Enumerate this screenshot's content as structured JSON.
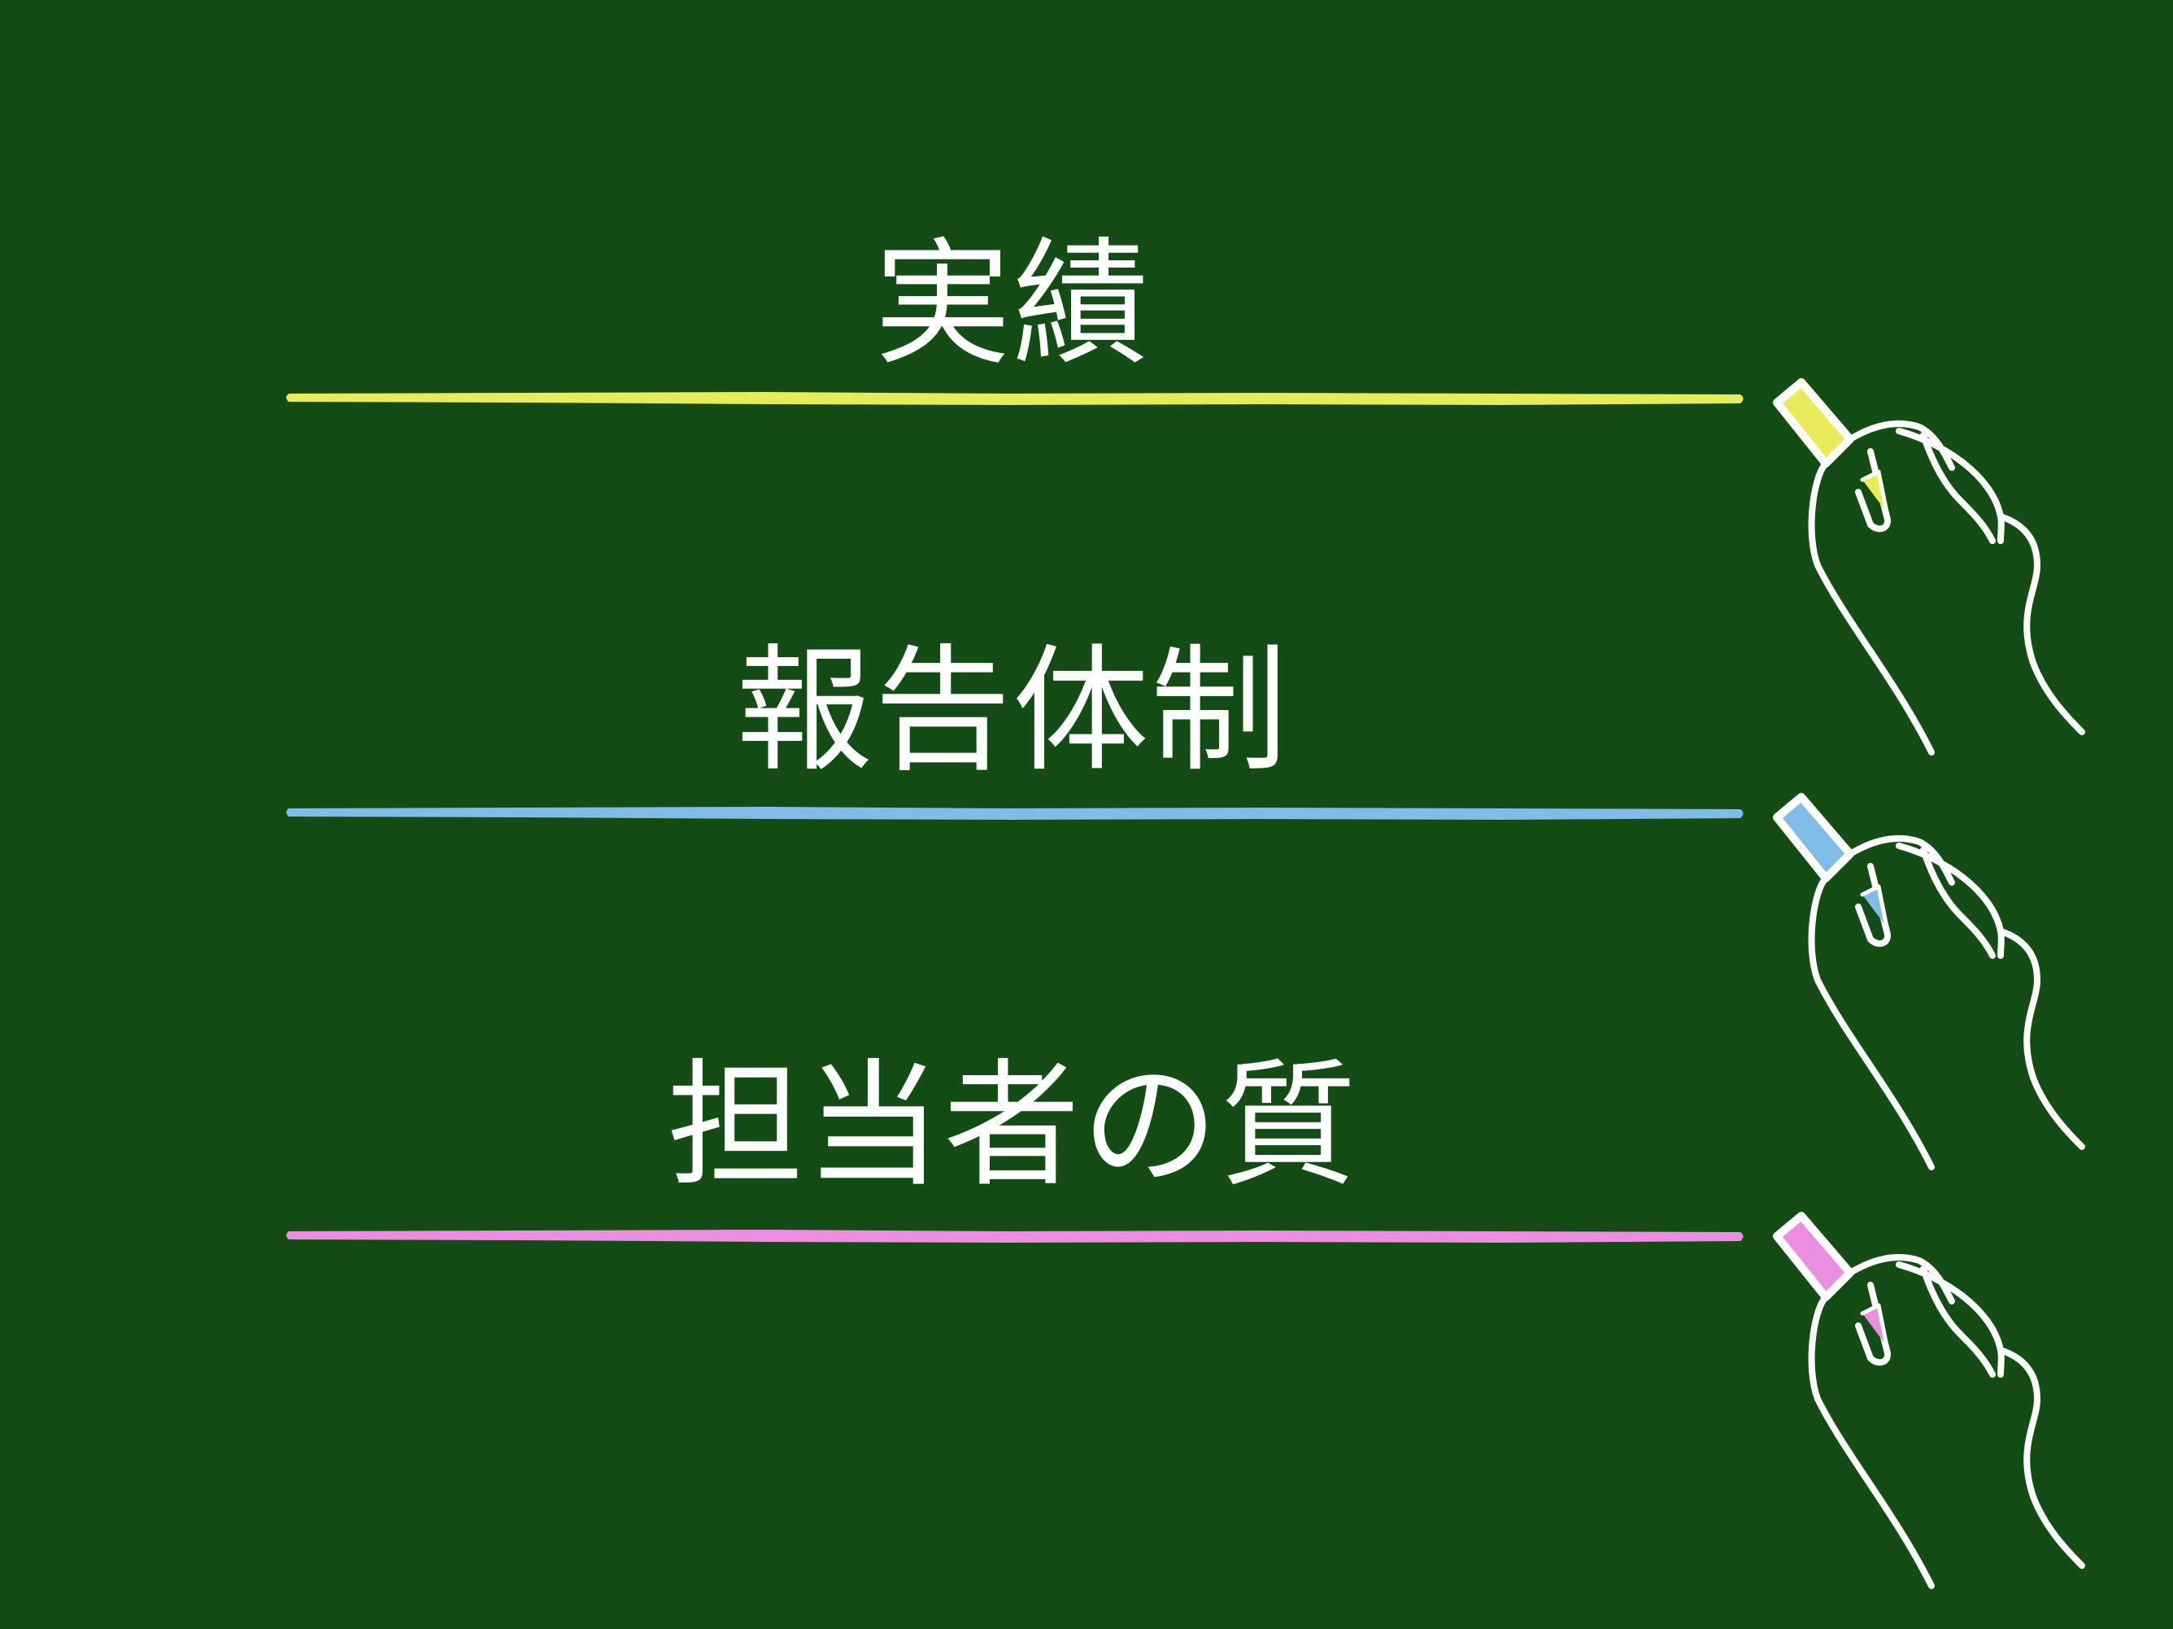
{
  "slide": {
    "background_color": "#134d15",
    "text_color": "#ffffff",
    "items": [
      {
        "label": "実績",
        "chalk_color": "#e8ec5a",
        "hand_icon": "hand-holding-chalk-icon"
      },
      {
        "label": "報告体制",
        "chalk_color": "#7fbde8",
        "hand_icon": "hand-holding-chalk-icon"
      },
      {
        "label": "担当者の質",
        "chalk_color": "#ec8ee0",
        "hand_icon": "hand-holding-chalk-icon"
      }
    ]
  }
}
